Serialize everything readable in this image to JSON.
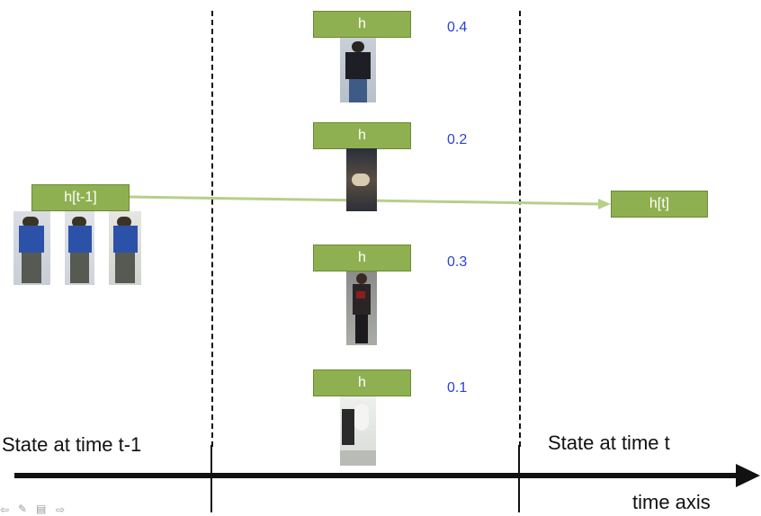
{
  "prev_state": {
    "label": "h[t-1]"
  },
  "next_state": {
    "label": "h[t]"
  },
  "candidates": [
    {
      "label": "h",
      "weight": "0.4"
    },
    {
      "label": "h",
      "weight": "0.2"
    },
    {
      "label": "h",
      "weight": "0.3"
    },
    {
      "label": "h",
      "weight": "0.1"
    }
  ],
  "axis": {
    "left_label": "State at time t-1",
    "right_label": "State at time t",
    "axis_label": "time axis"
  },
  "colors": {
    "box_fill": "#8fb050",
    "weight_text": "#2a42d8",
    "arrow": "#b7cf8a"
  }
}
